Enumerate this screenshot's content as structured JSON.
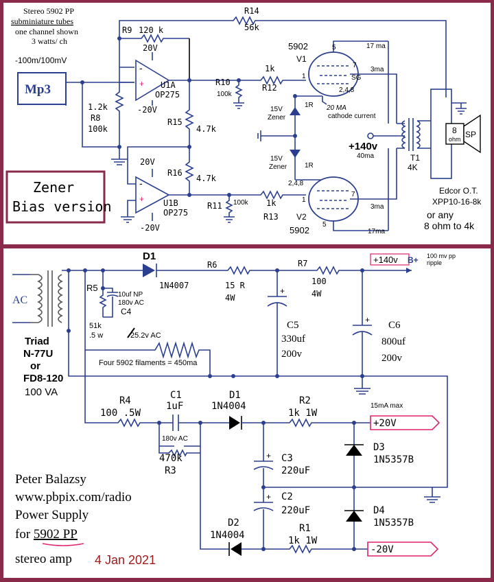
{
  "header": {
    "line1": "Stereo  5902 PP",
    "line2": "subminiature tubes",
    "line3": "one channel shown",
    "line4": "3 watts/ ch"
  },
  "input_level": "-100m/100mV",
  "source_box": "Mp3",
  "zener_box": {
    "line1": "Zener",
    "line2": "Bias version"
  },
  "amp": {
    "R14": "R14",
    "R14_val": "56k",
    "R9": "R9",
    "R9_val": "120 k",
    "R8": "R8",
    "R8_val1": "1.2k",
    "R8_val2": "100k",
    "U1A": "U1A",
    "U1A_part": "OP275",
    "U1A_vp": "20V",
    "U1A_vn": "-20V",
    "U1B": "U1B",
    "U1B_part": "OP275",
    "U1B_vp": "20V",
    "U1B_vn": "-20V",
    "R15": "R15",
    "R15_val": "4.7k",
    "R16": "R16",
    "R16_val": "4.7k",
    "R10": "R10",
    "R10_val": "100k",
    "R11": "R11",
    "R11_val": "100k",
    "R12": "R12",
    "R12_val": "1k",
    "R13": "R13",
    "R13_val": "1k",
    "V1_tube": "5902",
    "V1": "V1",
    "V2_tube": "5902",
    "V2": "V2",
    "pin1": "1",
    "pin5": "5",
    "pin7": "7",
    "pin248": "2,4,8",
    "SG": "SG",
    "v1_17ma": "17 ma",
    "v1_3ma": "3ma",
    "v2_17ma": "17ma",
    "v2_3ma": "3ma",
    "cathode_1": "20 MA",
    "cathode_2": "cathode current",
    "z1_v": "15V",
    "z1_name": "Zener",
    "z2_v": "15V",
    "z2_name": "Zener",
    "r1r_a": "1R",
    "r1r_b": "1R",
    "bplus": "+140v",
    "bplus_ma": "40ma",
    "T1": "T1",
    "T1_val": "4K",
    "spk_ohm": "8",
    "spk_ohm2": "ohm",
    "SP": "SP",
    "ot_1": "Edcor O.T.",
    "ot_2": "XPP10-16-8k",
    "ot_3": "or any",
    "ot_4": "8 ohm to 4k"
  },
  "psu": {
    "AC": "AC",
    "triad_1": "Triad",
    "triad_2": "N-77U",
    "triad_3": "or",
    "triad_4": "FD8-120",
    "triad_5": "100 VA",
    "D1": "D1",
    "D1_part": "1N4007",
    "R6": "R6",
    "R6_val1": "15 R",
    "R6_val2": "4W",
    "R7": "R7",
    "R7_val1": "100",
    "R7_val2": "4W",
    "bplus_out": "+140v",
    "bplus_b": "B+",
    "ripple_1": "100 mv pp",
    "ripple_2": "ripple",
    "R5": "R5",
    "R5_val1": "51k",
    "R5_val2": ".5 w",
    "C4_val1": "10uf NP",
    "C4_val2": "180v AC",
    "C4": "C4",
    "fil_v": "25.2v AC",
    "fil_txt": "Four 5902 filaments = 450ma",
    "C5": "C5",
    "C5_val1": "330uf",
    "C5_val2": "200v",
    "C6": "C6",
    "C6_val1": "800uf",
    "C6_val2": "200v",
    "R4": "R4",
    "R4_val": "100  .5W",
    "C1": "C1",
    "C1_val": "1uF",
    "C1_v": "180v AC",
    "D1b": "D1",
    "D1b_part": "1N4004",
    "R2": "R2",
    "R2_val": "1k  1W",
    "max": "15mA max",
    "p20": "+20V",
    "m20": "-20V",
    "R3": "R3",
    "R3_val": "470k",
    "C3": "C3",
    "C3_val": "220uF",
    "C2": "C2",
    "C2_val": "220uF",
    "D3": "D3",
    "D3_part": "1N5357B",
    "D4": "D4",
    "D4_part": "1N5357B",
    "D2": "D2",
    "D2_part": "1N4004",
    "R1": "R1",
    "R1_val": "1k  1W"
  },
  "credits": {
    "line1": "Peter Balazsy",
    "line2": "www.pbpix.com/radio",
    "line3": "Power Supply",
    "line4a": "for ",
    "line4b": "5902 PP",
    "line5": "stereo amp",
    "date": "4 Jan 2021"
  },
  "colors": {
    "frame": "#8a2a4a",
    "panel": "#ffffff",
    "wire": "#2a3f8f",
    "accent": "#e0206b",
    "date": "#a01a1a"
  }
}
